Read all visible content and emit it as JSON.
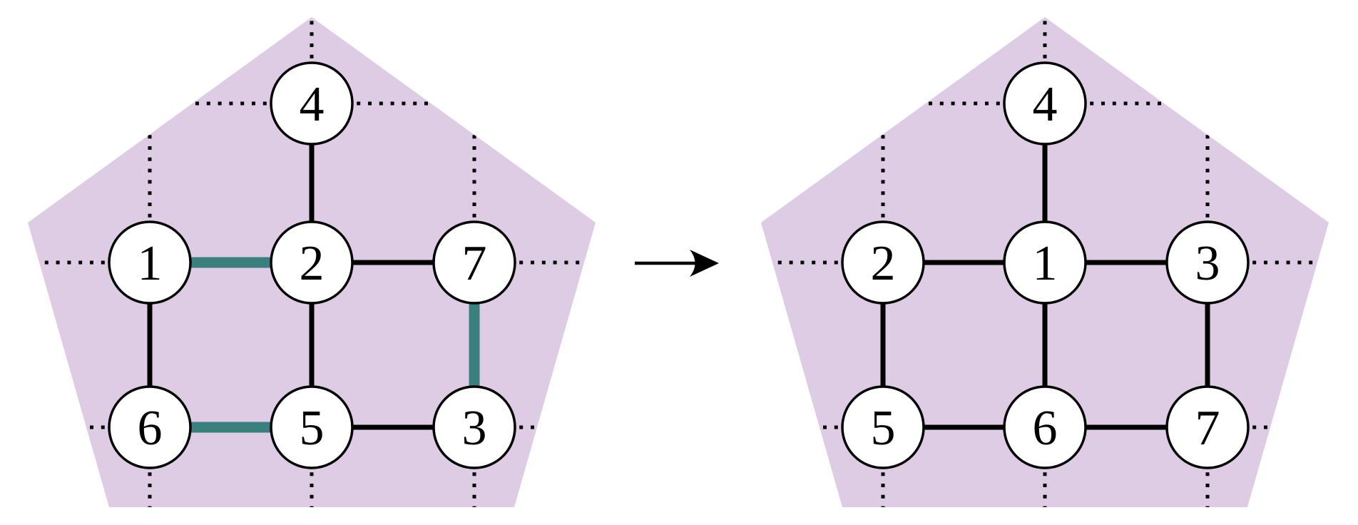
{
  "figure": {
    "colors": {
      "background": "#ffffff",
      "pentagon_fill": "#decbe4",
      "edge": "#000000",
      "highlight_edge": "#3a807e",
      "node_fill": "#ffffff",
      "node_stroke": "#000000",
      "dotted_line": "#000000",
      "arrow": "#000000"
    },
    "arrow": {
      "direction": "right"
    },
    "panels": [
      {
        "name": "left-graph",
        "nodes": [
          {
            "label": "4",
            "col": 1,
            "row": 0,
            "dotted": [
              "up",
              "left",
              "right"
            ]
          },
          {
            "label": "1",
            "col": 0,
            "row": 1,
            "dotted": [
              "up",
              "left"
            ]
          },
          {
            "label": "2",
            "col": 1,
            "row": 1,
            "dotted": []
          },
          {
            "label": "7",
            "col": 2,
            "row": 1,
            "dotted": [
              "up",
              "right"
            ]
          },
          {
            "label": "6",
            "col": 0,
            "row": 2,
            "dotted": [
              "left",
              "down"
            ]
          },
          {
            "label": "5",
            "col": 1,
            "row": 2,
            "dotted": [
              "down"
            ]
          },
          {
            "label": "3",
            "col": 2,
            "row": 2,
            "dotted": [
              "right",
              "down"
            ]
          }
        ],
        "edges": [
          {
            "from": "4",
            "to": "2",
            "highlight": false
          },
          {
            "from": "1",
            "to": "2",
            "highlight": true
          },
          {
            "from": "2",
            "to": "7",
            "highlight": false
          },
          {
            "from": "1",
            "to": "6",
            "highlight": false
          },
          {
            "from": "2",
            "to": "5",
            "highlight": false
          },
          {
            "from": "7",
            "to": "3",
            "highlight": true
          },
          {
            "from": "6",
            "to": "5",
            "highlight": true
          },
          {
            "from": "5",
            "to": "3",
            "highlight": false
          }
        ]
      },
      {
        "name": "right-graph",
        "nodes": [
          {
            "label": "4",
            "col": 1,
            "row": 0,
            "dotted": [
              "up",
              "left",
              "right"
            ]
          },
          {
            "label": "2",
            "col": 0,
            "row": 1,
            "dotted": [
              "up",
              "left"
            ]
          },
          {
            "label": "1",
            "col": 1,
            "row": 1,
            "dotted": []
          },
          {
            "label": "3",
            "col": 2,
            "row": 1,
            "dotted": [
              "up",
              "right"
            ]
          },
          {
            "label": "5",
            "col": 0,
            "row": 2,
            "dotted": [
              "left",
              "down"
            ]
          },
          {
            "label": "6",
            "col": 1,
            "row": 2,
            "dotted": [
              "down"
            ]
          },
          {
            "label": "7",
            "col": 2,
            "row": 2,
            "dotted": [
              "right",
              "down"
            ]
          }
        ],
        "edges": [
          {
            "from": "4",
            "to": "1",
            "highlight": false
          },
          {
            "from": "2",
            "to": "1",
            "highlight": false
          },
          {
            "from": "1",
            "to": "3",
            "highlight": false
          },
          {
            "from": "2",
            "to": "5",
            "highlight": false
          },
          {
            "from": "1",
            "to": "6",
            "highlight": false
          },
          {
            "from": "3",
            "to": "7",
            "highlight": false
          },
          {
            "from": "5",
            "to": "6",
            "highlight": false
          },
          {
            "from": "6",
            "to": "7",
            "highlight": false
          }
        ]
      }
    ]
  }
}
